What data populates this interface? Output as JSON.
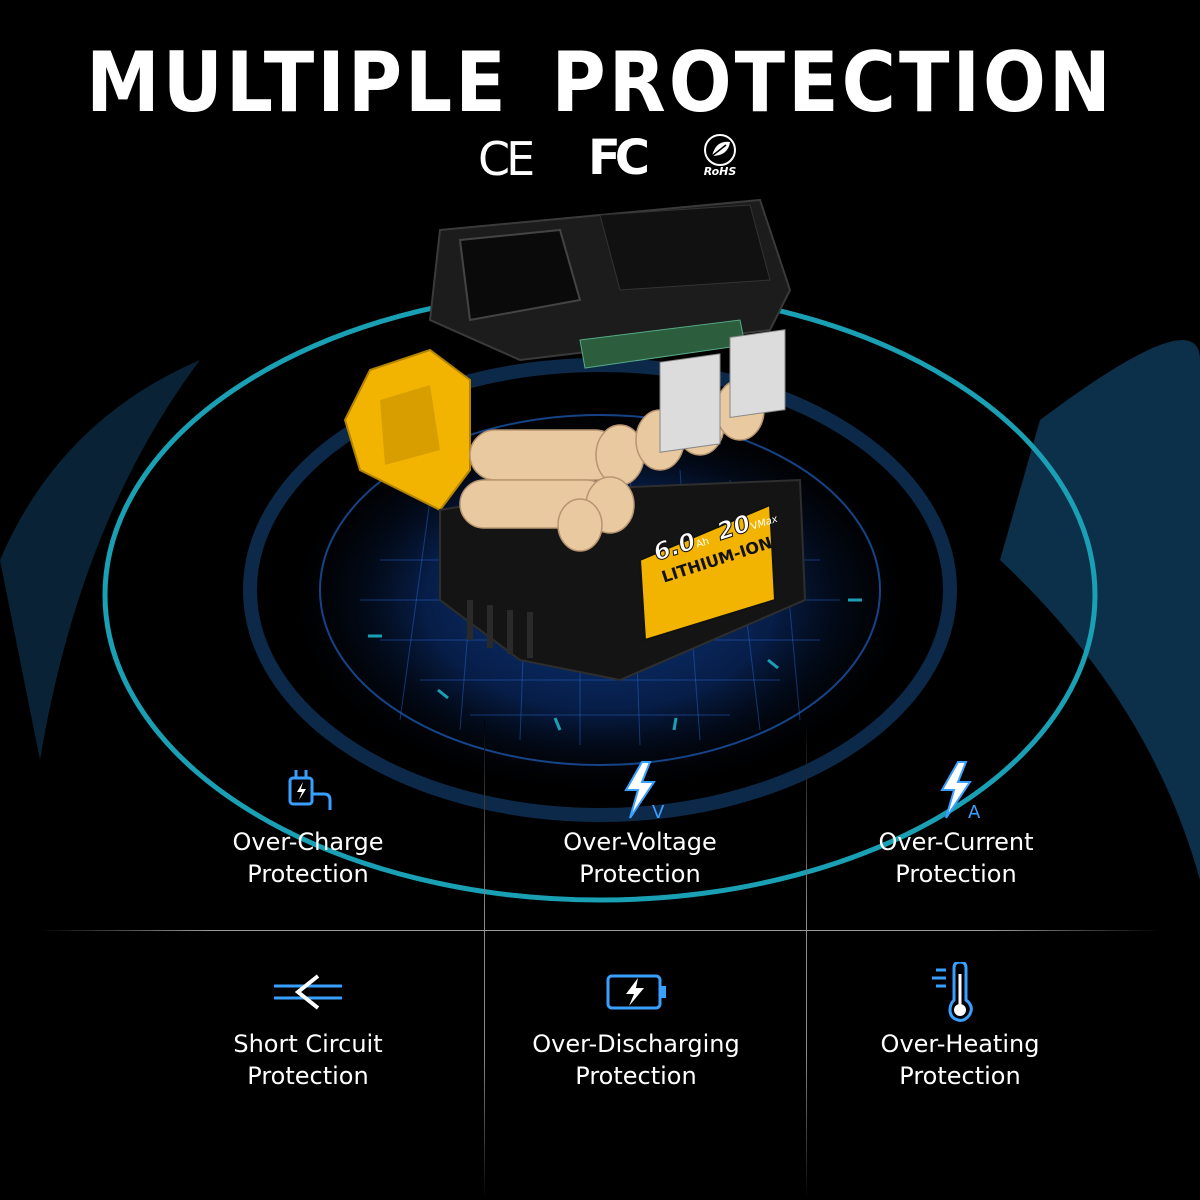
{
  "title": "MULTIPLE PROTECTION",
  "certifications": [
    {
      "text": "CE",
      "icon": "ce-mark-icon"
    },
    {
      "text": "FC",
      "icon": "fcc-mark-icon"
    },
    {
      "text": "RoHS",
      "icon": "rohs-leaf-icon"
    }
  ],
  "battery": {
    "capacity": "6.0",
    "capacity_unit": "Ah",
    "voltage": "20",
    "voltage_unit": "V",
    "voltage_suffix": "Max",
    "chemistry": "LITHIUM-ION"
  },
  "features": [
    {
      "line1": "Over-Charge",
      "line2": "Protection",
      "icon": "plug-charge-icon"
    },
    {
      "line1": "Over-Voltage",
      "line2": "Protection",
      "icon": "lightning-v-icon"
    },
    {
      "line1": "Over-Current",
      "line2": "Protection",
      "icon": "lightning-a-icon"
    },
    {
      "line1": "Short Circuit",
      "line2": "Protection",
      "icon": "short-circuit-arrows-icon"
    },
    {
      "line1": "Over-Discharging",
      "line2": "Protection",
      "icon": "battery-discharge-icon"
    },
    {
      "line1": "Over-Heating",
      "line2": "Protection",
      "icon": "thermometer-icon"
    }
  ],
  "colors": {
    "background": "#000000",
    "ring": "#1aa0b4",
    "accent_blue": "#3aa0ff",
    "battery_yellow": "#f2b400",
    "cell_beige": "#e8c9a0"
  }
}
